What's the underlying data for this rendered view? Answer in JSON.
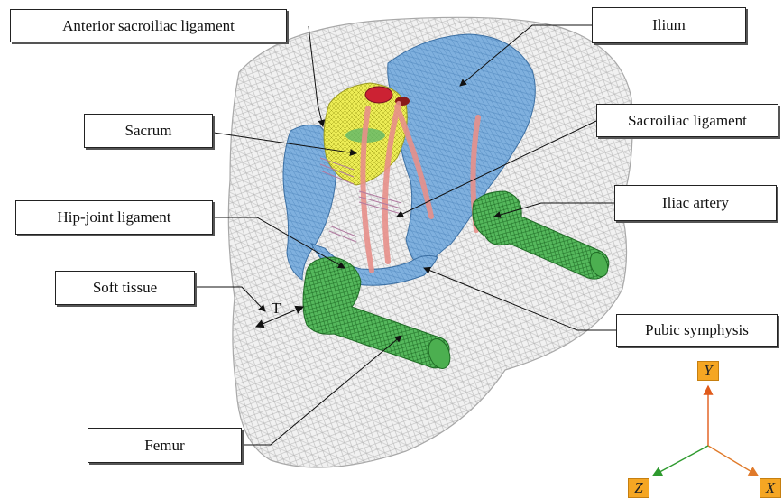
{
  "labels": {
    "anterior_sacroiliac_ligament": "Anterior sacroiliac ligament",
    "ilium": "Ilium",
    "sacrum": "Sacrum",
    "sacroiliac_ligament": "Sacroiliac ligament",
    "hip_joint_ligament": "Hip-joint ligament",
    "iliac_artery": "Iliac artery",
    "soft_tissue": "Soft tissue",
    "pubic_symphysis": "Pubic symphysis",
    "femur": "Femur",
    "thickness_marker": "T"
  },
  "axes": {
    "y": "Y",
    "z": "Z",
    "x": "X"
  },
  "colors": {
    "soft_tissue_mesh": "#b8b8b8",
    "bone": "#6fa8dc",
    "sacrum": "#e6e64c",
    "ligament": "#e8908a",
    "femur": "#4caf50",
    "vertebra_cap": "#cc2233",
    "axis_y": "#e05a1a",
    "axis_x": "#e07a2a",
    "axis_z": "#2e9a2e",
    "axis_label_fill": "#f5a623"
  }
}
